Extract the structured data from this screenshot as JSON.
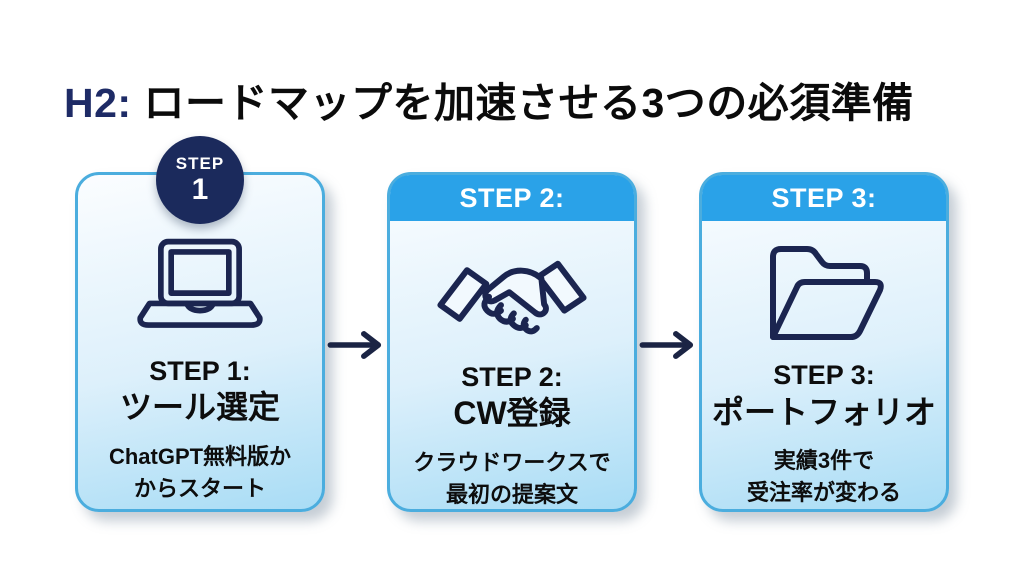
{
  "title": {
    "prefix": "H2: ",
    "main": "ロードマップを加速させる3つの必須準備"
  },
  "colors": {
    "page_bg": "#ffffff",
    "title_prefix": "#1e2b66",
    "title_text": "#0b0b0b",
    "card_border": "#4badde",
    "card_grad_top": "#fbfdff",
    "card_grad_bottom": "#a8dcf5",
    "header_bg": "#2aa2e8",
    "header_text": "#ffffff",
    "badge_bg": "#1b2a5c",
    "badge_text": "#ffffff",
    "icon_stroke": "#1b2550",
    "arrow": "#1b2444",
    "body_text": "#0d0d0d"
  },
  "steps": [
    {
      "badge_label": "STEP",
      "badge_number": "1",
      "icon": "laptop-icon",
      "heading": "STEP 1:",
      "subheading": "ツール選定",
      "desc_line1": "ChatGPT無料版か",
      "desc_line2": "からスタート"
    },
    {
      "header": "STEP 2:",
      "icon": "handshake-icon",
      "heading": "STEP 2:",
      "subheading": "CW登録",
      "desc_line1": "クラウドワークスで",
      "desc_line2": "最初の提案文"
    },
    {
      "header": "STEP 3:",
      "icon": "folder-icon",
      "heading": "STEP 3:",
      "subheading": "ポートフォリオ",
      "desc_line1": "実績3件で",
      "desc_line2": "受注率が変わる"
    }
  ],
  "arrow_icon": "arrow-right-icon"
}
